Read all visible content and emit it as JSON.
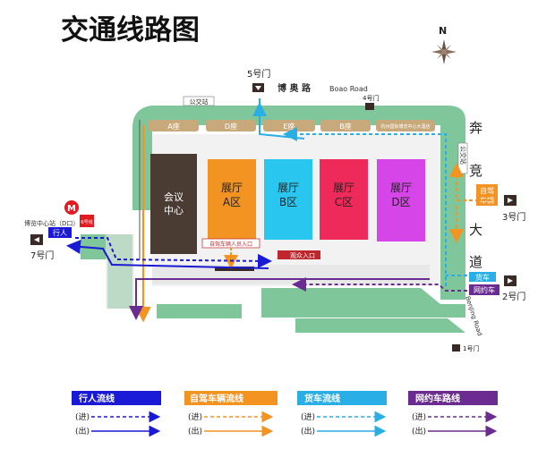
{
  "title": "交通线路图",
  "compass": "N",
  "roads": {
    "north_cn": "博 奥 路",
    "north_en": "Boao Road",
    "east_chars": [
      "奔",
      "竞",
      "大",
      "道"
    ],
    "east_en": "BenJing Road"
  },
  "gates": {
    "g5": "5号门",
    "g4": "4号门",
    "g3": "3号门",
    "g2": "2号门",
    "g1": "1号门",
    "g7": "7号门"
  },
  "buildings": {
    "a_zuo": "A座",
    "d_zuo": "D座",
    "e_zuo": "E座",
    "b_zuo": "B座",
    "hotel": "杭州国际博览中心大酒店",
    "conference": [
      "会议",
      "中心"
    ],
    "hall_a": [
      "展厅",
      "A区"
    ],
    "hall_b": [
      "展厅",
      "B区"
    ],
    "hall_c": [
      "展厅",
      "C区"
    ],
    "hall_d": [
      "展厅",
      "D区"
    ]
  },
  "labels": {
    "bus_top": "公交站",
    "bus_right": "公交站",
    "self_drive_entry": "自驾车辆人员入口",
    "visitor_entry": "观众入口",
    "metro_line": "6号线",
    "metro_station": "博览中心站（D口）",
    "pedestrian": "行人",
    "self_drive": [
      "自驾",
      "车辆"
    ],
    "truck": "货车",
    "rideshare": "网约车"
  },
  "legend": {
    "items": [
      {
        "name": "行人流线",
        "color": "#1a1ad6"
      },
      {
        "name": "自驾车辆流线",
        "color": "#f39322"
      },
      {
        "name": "货车流线",
        "color": "#29aee6"
      },
      {
        "name": "网约车路线",
        "color": "#6a2c91"
      }
    ],
    "in_label": "(进)",
    "out_label": "(出)"
  },
  "colors": {
    "park_green": "#7fc79a",
    "conference": "#4a3b33",
    "hall_a": "#f39322",
    "hall_b": "#29c6ef",
    "hall_c": "#ee2a5b",
    "hall_d": "#d545e8",
    "building_tan": "#c8a97c",
    "gate_icon": "#3a2a25",
    "metro_red": "#e11b22",
    "label_red": "#c0272d"
  }
}
